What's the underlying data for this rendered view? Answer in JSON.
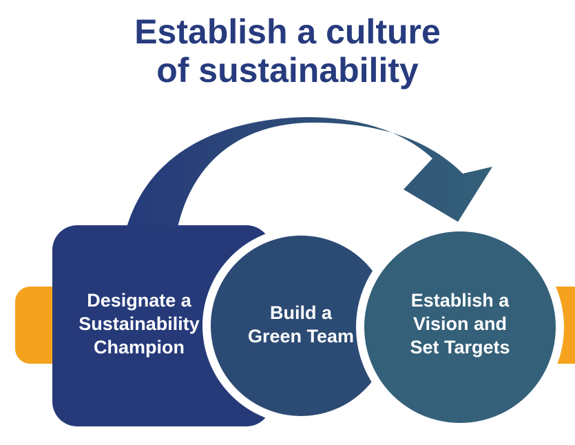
{
  "title": {
    "line1": "Establish a culture",
    "line2": "of sustainability"
  },
  "steps": [
    {
      "line1": "Designate a",
      "line2": "Sustainability",
      "line3": "Champion"
    },
    {
      "line1": "Build a",
      "line2": "Green Team"
    },
    {
      "line1": "Establish a",
      "line2": "Vision and",
      "line3": "Set Targets"
    }
  ],
  "colors": {
    "title": "#273b7e",
    "step1": "#263a7a",
    "step2": "#2c4b74",
    "step3": "#346079",
    "orange_band": "#f5a21f",
    "separator": "#ffffff"
  },
  "icons": {
    "arrow": "curved-arrow-icon"
  }
}
